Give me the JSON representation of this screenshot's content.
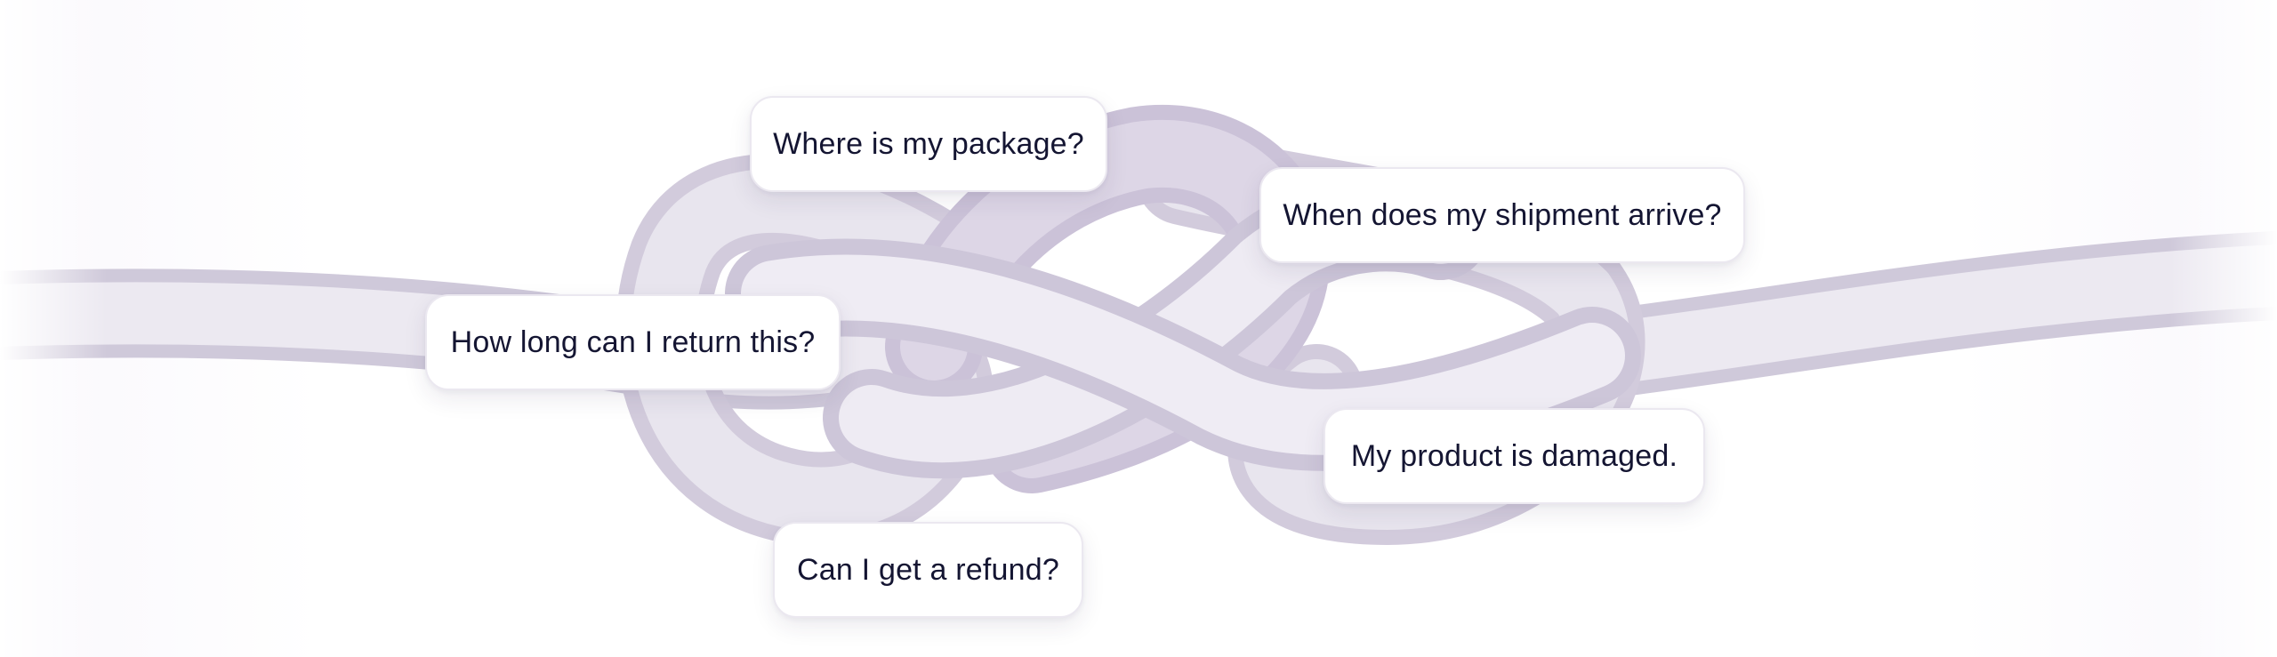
{
  "illustration": {
    "subject": "rope-knot",
    "rope_color": "#e4e0ea",
    "rope_shadow_color": "#cdc6d9"
  },
  "bubbles": [
    {
      "id": "where-package",
      "text": "Where is my package?"
    },
    {
      "id": "shipment-arrive",
      "text": "When does my shipment arrive?"
    },
    {
      "id": "return-time",
      "text": "How long can I return this?"
    },
    {
      "id": "product-damaged",
      "text": "My product is damaged."
    },
    {
      "id": "refund",
      "text": "Can I get a refund?"
    }
  ],
  "colors": {
    "bubble_background": "#ffffff",
    "bubble_border": "#ebe8f0",
    "text": "#141532"
  }
}
